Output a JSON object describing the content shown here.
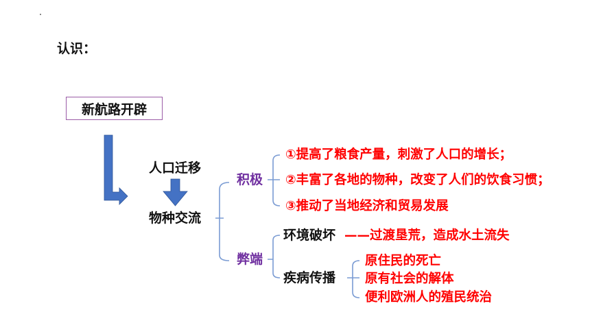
{
  "heading": "认识：",
  "root": "新航路开辟",
  "node_migration": "人口迁移",
  "node_exchange": "物种交流",
  "positive": {
    "label": "积极",
    "items": [
      "①提高了粮食产量，刺激了人口的增长；",
      "②丰富了各地的物种，改变了人们的饮食习惯；",
      "③推动了当地经济和贸易发展"
    ]
  },
  "negative": {
    "label": "弊端",
    "environment": {
      "label": "环境破坏",
      "detail": "——过渡垦荒，造成水土流失"
    },
    "disease": {
      "label": "疾病传播",
      "items": [
        "原住民的死亡",
        "原有社会的解体",
        "便利欧洲人的殖民统治"
      ]
    }
  },
  "colors": {
    "arrow": "#4472c4",
    "bracket": "#7a9bd3",
    "category": "#7030a0",
    "effect": "#ff0000",
    "box_border": "#9a5ba6"
  }
}
